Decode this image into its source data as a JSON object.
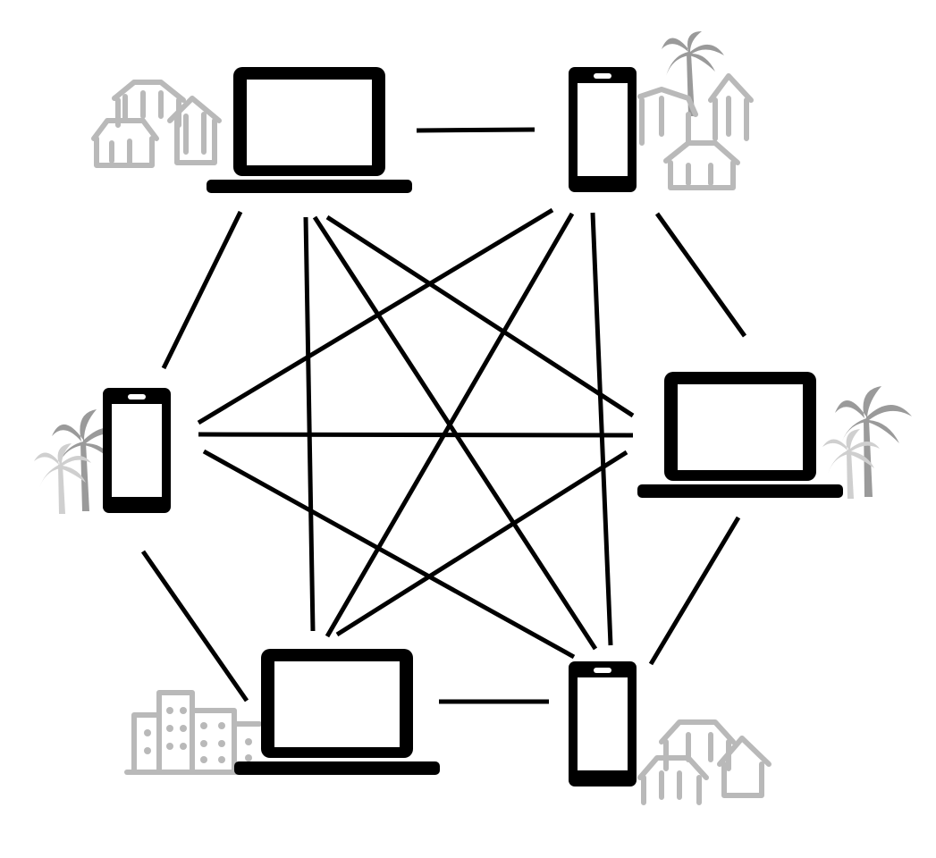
{
  "diagram": {
    "type": "full-mesh network",
    "nodes": [
      {
        "id": "n1",
        "device": "laptop",
        "scenery": "huts-icon"
      },
      {
        "id": "n2",
        "device": "smartphone",
        "scenery": "palm-and-huts-icon"
      },
      {
        "id": "n3",
        "device": "laptop",
        "scenery": "palm-trees-icon"
      },
      {
        "id": "n4",
        "device": "smartphone",
        "scenery": "huts-icon"
      },
      {
        "id": "n5",
        "device": "laptop",
        "scenery": "city-buildings-icon"
      },
      {
        "id": "n6",
        "device": "smartphone",
        "scenery": "palm-trees-icon"
      }
    ],
    "links": [
      [
        "n1",
        "n2"
      ],
      [
        "n1",
        "n3"
      ],
      [
        "n1",
        "n4"
      ],
      [
        "n1",
        "n5"
      ],
      [
        "n1",
        "n6"
      ],
      [
        "n2",
        "n3"
      ],
      [
        "n2",
        "n4"
      ],
      [
        "n2",
        "n5"
      ],
      [
        "n2",
        "n6"
      ],
      [
        "n3",
        "n4"
      ],
      [
        "n3",
        "n5"
      ],
      [
        "n3",
        "n6"
      ],
      [
        "n4",
        "n5"
      ],
      [
        "n4",
        "n6"
      ],
      [
        "n5",
        "n6"
      ]
    ],
    "colors": {
      "device": "#000000",
      "link": "#000000",
      "scenery": "#b9b9b9",
      "background": "#ffffff"
    }
  }
}
